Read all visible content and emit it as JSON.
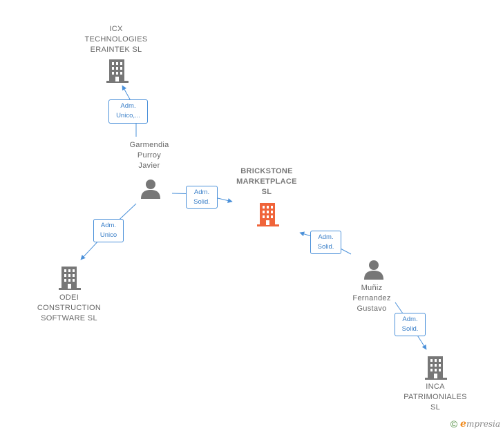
{
  "nodes": {
    "icx": {
      "label": "ICX\nTECHNOLOGIES\nERAINTEK SL",
      "type": "company",
      "color": "#777777"
    },
    "garmendia": {
      "label": "Garmendia\nPurroy\nJavier",
      "type": "person",
      "color": "#777777"
    },
    "brickstone": {
      "label": "BRICKSTONE\nMARKETPLACE\nSL",
      "type": "company",
      "color": "#f0643a"
    },
    "odei": {
      "label": "ODEI\nCONSTRUCTION\nSOFTWARE SL",
      "type": "company",
      "color": "#777777"
    },
    "muniz": {
      "label": "Muñiz\nFernandez\nGustavo",
      "type": "person",
      "color": "#777777"
    },
    "inca": {
      "label": "INCA\nPATRIMONIALES\nSL",
      "type": "company",
      "color": "#777777"
    }
  },
  "relations": {
    "garmendia_icx": "Adm.\nUnico,...",
    "garmendia_brickstone": "Adm.\nSolid.",
    "garmendia_odei": "Adm.\nUnico",
    "muniz_brickstone": "Adm.\nSolid.",
    "muniz_inca": "Adm.\nSolid."
  },
  "colors": {
    "edge": "#4a90d9",
    "relation_text": "#3a7fc8"
  },
  "footer": {
    "copyright": "©",
    "brand_initial": "e",
    "brand_rest": "mpresia"
  }
}
